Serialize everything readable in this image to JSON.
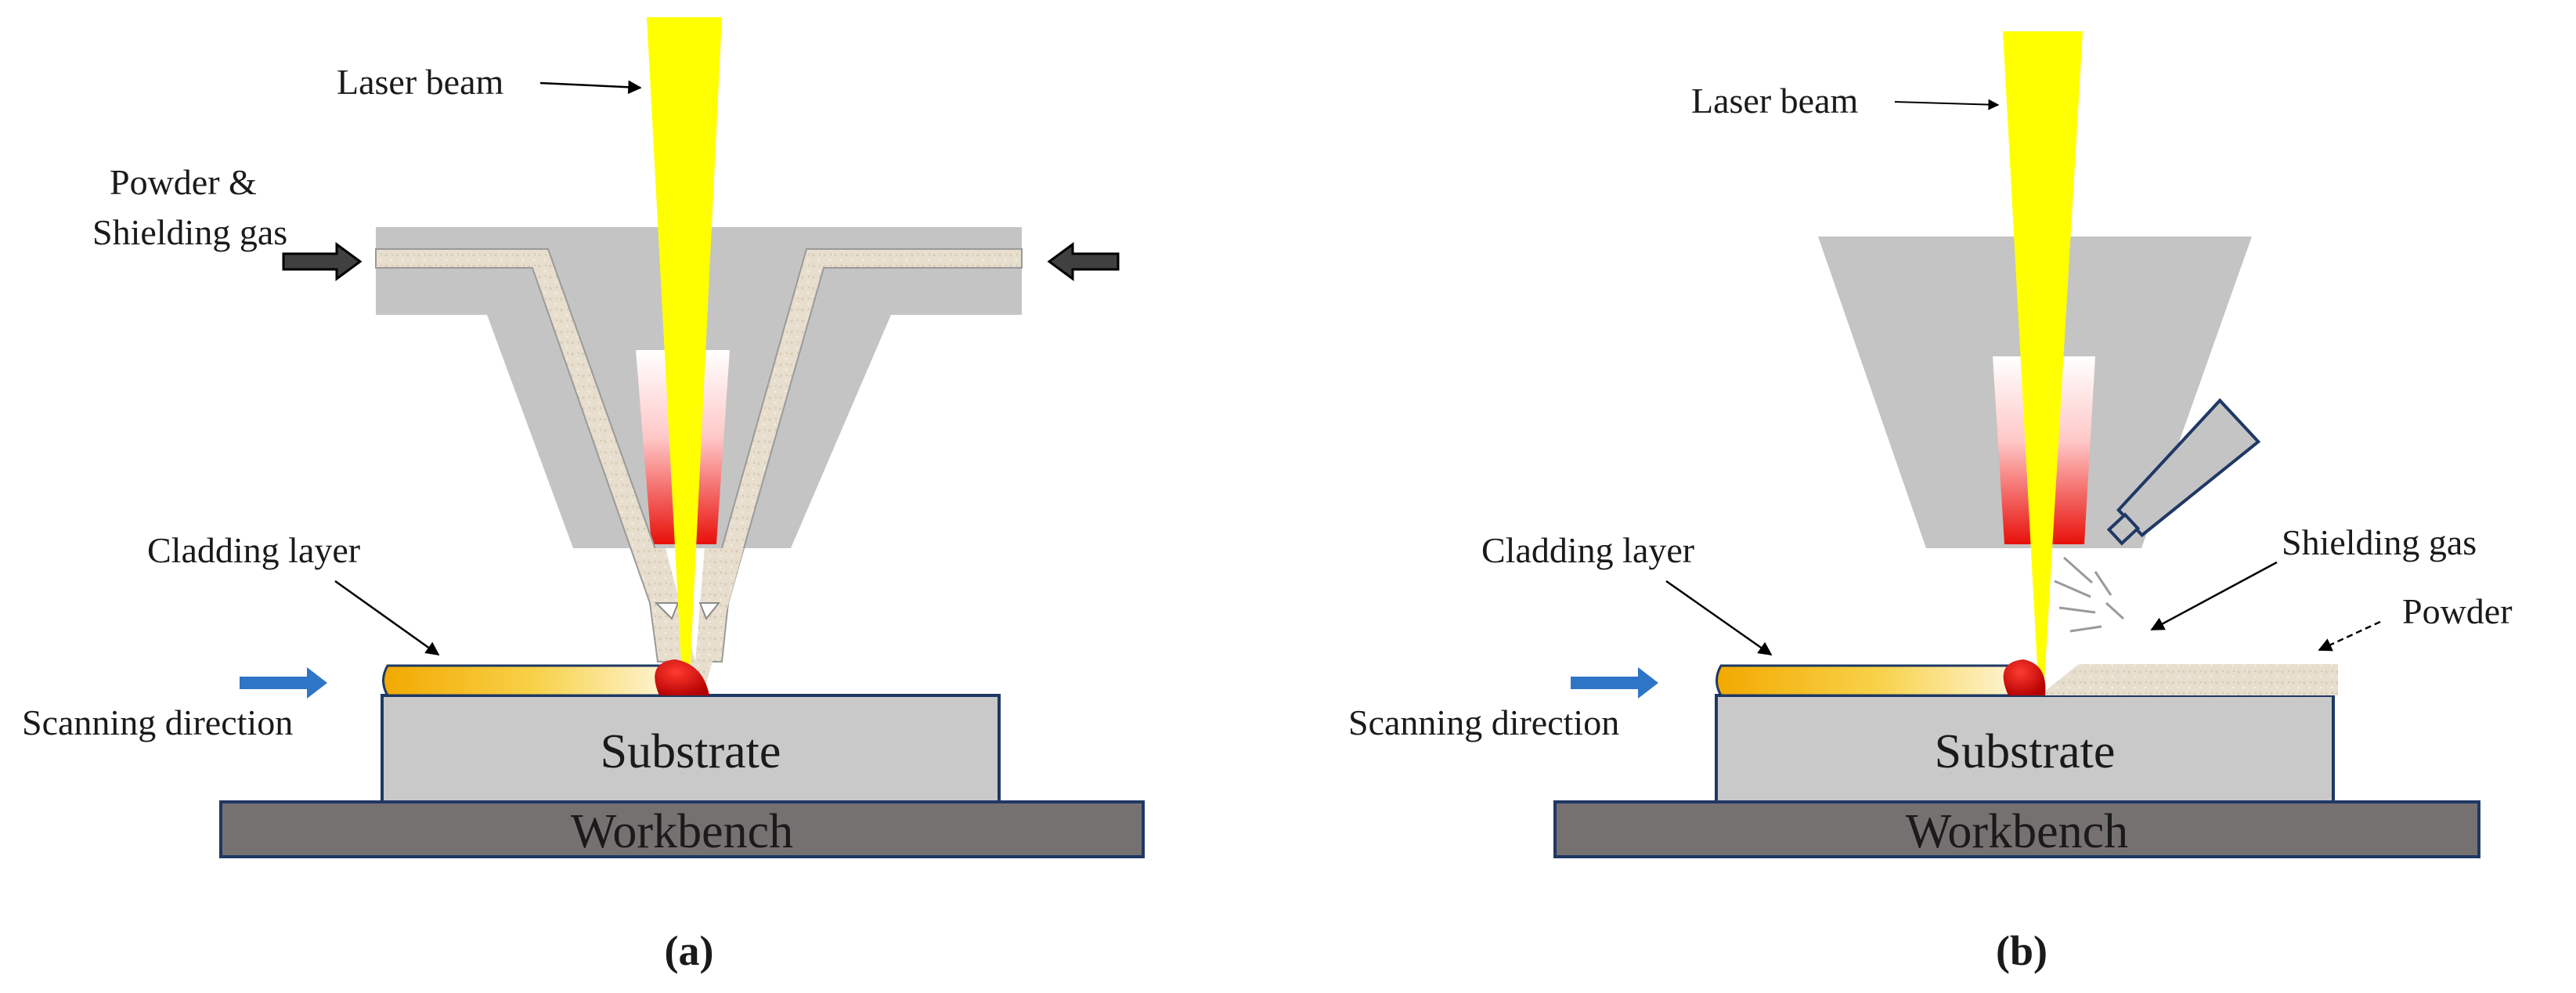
{
  "panel_a": {
    "labels": {
      "laser_beam": "Laser beam",
      "powder_gas_line1": "Powder &",
      "powder_gas_line2": "Shielding gas",
      "cladding_layer": "Cladding layer",
      "scanning_direction": "Scanning direction",
      "substrate": "Substrate",
      "workbench": "Workbench"
    },
    "caption": "(a)"
  },
  "panel_b": {
    "labels": {
      "laser_beam": "Laser beam",
      "cladding_layer": "Cladding layer",
      "shielding_gas": "Shielding gas",
      "powder": "Powder",
      "scanning_direction": "Scanning direction",
      "substrate": "Substrate",
      "workbench": "Workbench"
    },
    "caption": "(b)"
  },
  "colors": {
    "nozzle": "#c4c4c4",
    "laser": "#ffff00",
    "powder": "#e5dbc9",
    "workbench": "#767171",
    "substrate": "#c9c9c9",
    "outline": "#1f3864",
    "scan_arrow": "#2e75c5",
    "melt_pool": "#c00000"
  }
}
